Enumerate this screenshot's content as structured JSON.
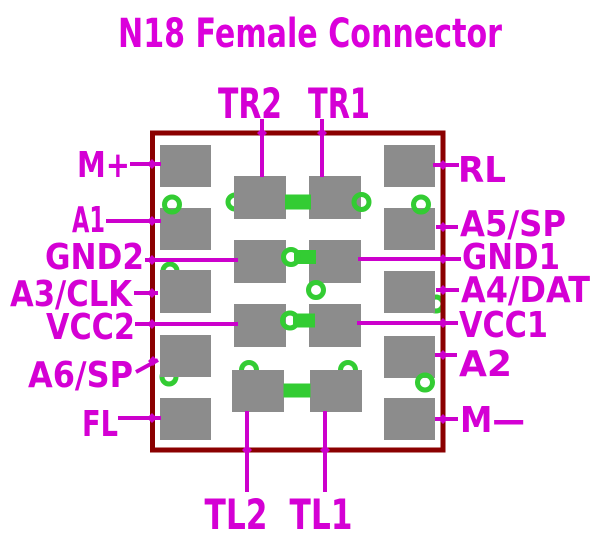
{
  "title": "N18 Female Connector",
  "pins": {
    "top": [
      "TR2",
      "TR1"
    ],
    "bottom": [
      "TL2",
      "TL1"
    ],
    "left": [
      "M+",
      "A1",
      "GND2",
      "A3/CLK",
      "VCC2",
      "A6/SP",
      "FL"
    ],
    "right": [
      "RL",
      "A5/SP",
      "GND1",
      "A4/DAT",
      "VCC1",
      "A2",
      "M—"
    ]
  },
  "colors": {
    "title_text": "#DB00DB",
    "label_text": "#D400D4",
    "leader_line": "#CC00CC",
    "board_outline": "#8B0000",
    "pad_gray": "#8C8C8C",
    "via_green": "#33CC33",
    "background": "#FFFFFF"
  }
}
